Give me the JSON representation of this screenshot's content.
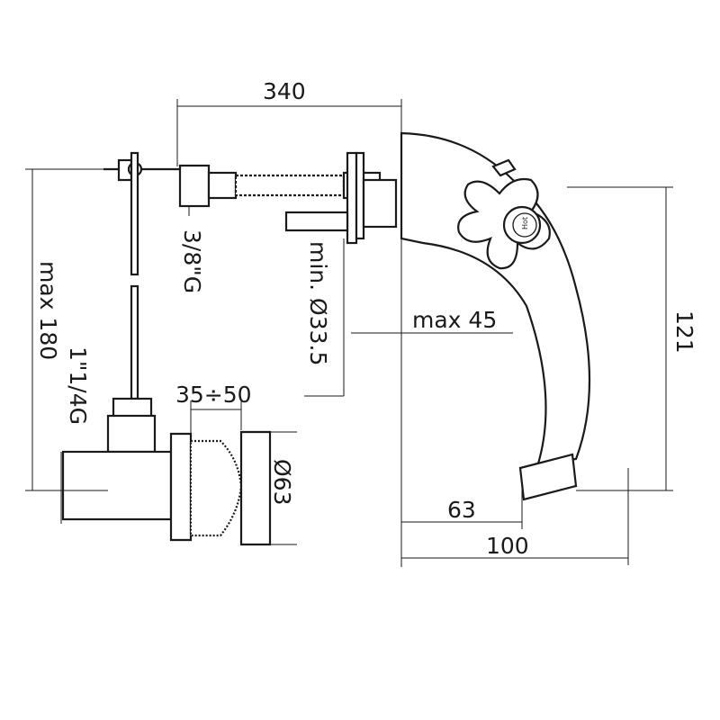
{
  "dimensions": {
    "width_total": "340",
    "thread_hose": "3/8\"G",
    "hole_diameter": "min. Ø33.5",
    "deck_thickness": "max 45",
    "spout_height": "121",
    "rod_length": "max 180",
    "waste_thread": "1\"1/4G",
    "waste_adjust": "35÷50",
    "waste_diameter": "Ø63",
    "spout_offset": "63",
    "spout_reach": "100"
  },
  "knob_label": "Hot"
}
